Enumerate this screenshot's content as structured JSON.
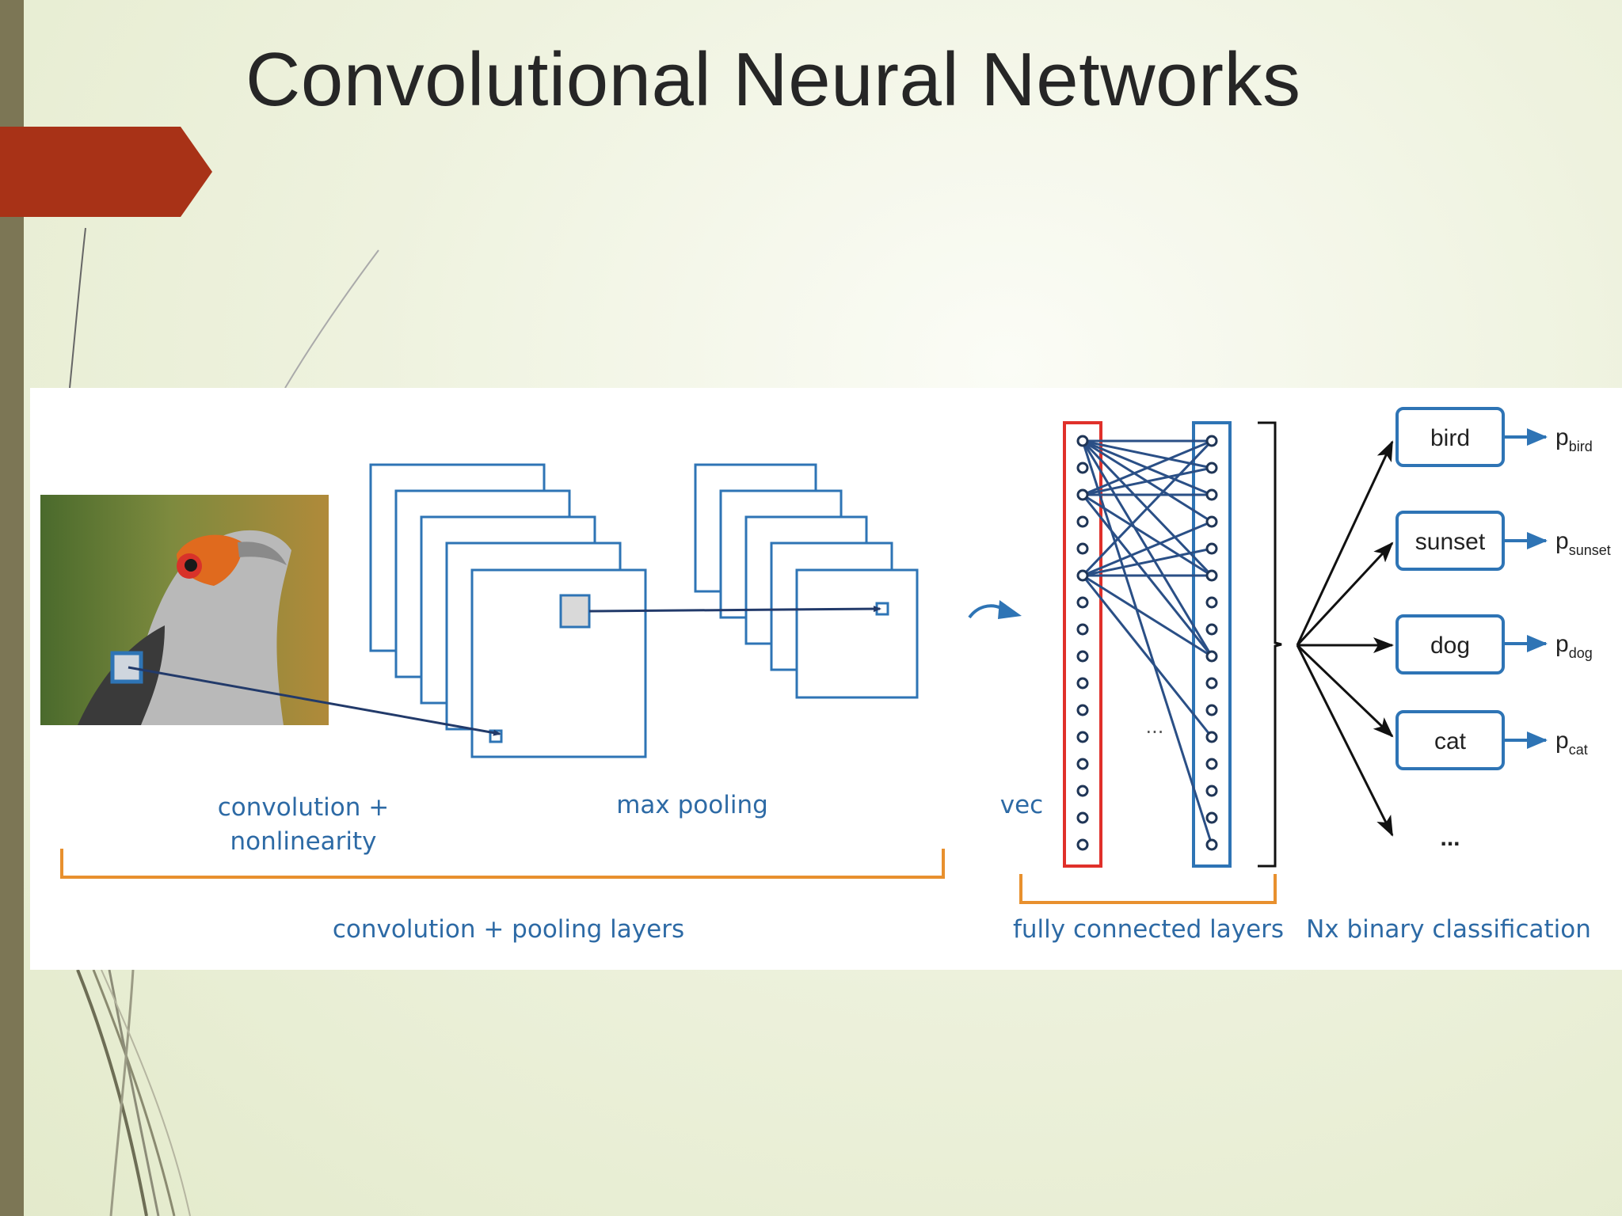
{
  "slide": {
    "title": "Convolutional Neural Networks",
    "colors": {
      "accent_tab": "#a83217",
      "side_bar": "#7c7655",
      "diagram_blue": "#2e74b5",
      "bracket_orange": "#e8902e",
      "vec_red": "#e0302a"
    }
  },
  "diagram": {
    "input_icon": "bird-photo",
    "labels": {
      "conv_line1": "convolution +",
      "conv_line2": "nonlinearity",
      "max_pooling": "max pooling",
      "vec": "vec",
      "ellipsis_mid": "...",
      "group_conv_pool": "convolution + pooling layers",
      "group_fc": "fully connected layers",
      "group_binary": "Nx binary classification"
    },
    "classes": [
      {
        "label": "bird",
        "prob_main": "p",
        "prob_sub": "bird"
      },
      {
        "label": "sunset",
        "prob_main": "p",
        "prob_sub": "sunset"
      },
      {
        "label": "dog",
        "prob_main": "p",
        "prob_sub": "dog"
      },
      {
        "label": "cat",
        "prob_main": "p",
        "prob_sub": "cat"
      }
    ],
    "classes_ellipsis": "..."
  }
}
